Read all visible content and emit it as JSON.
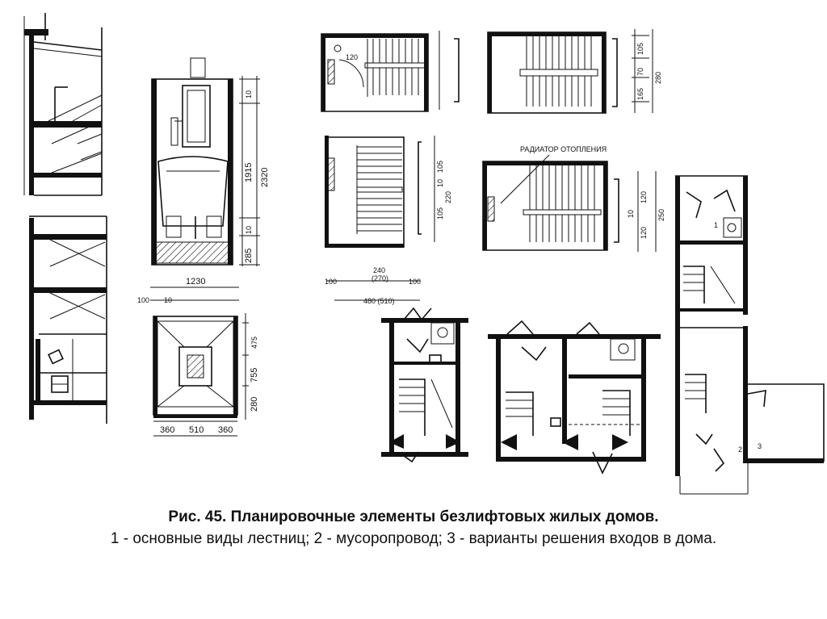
{
  "caption": {
    "title": "Рис. 45. Планировочные элементы безлифтовых жилых домов.",
    "legend": "1 - основные виды лестниц; 2 - мусоропровод; 3 - варианты решения входов в дома."
  },
  "chute": {
    "dims": [
      "10",
      "1915",
      "2320",
      "10",
      "285",
      "1230",
      "100",
      "10",
      "475",
      "755",
      "280",
      "360",
      "510",
      "360"
    ]
  },
  "stairs": {
    "radiator_label": "РАДИАТОР ОТОПЛЕНИЯ",
    "dims_a": [
      "120"
    ],
    "dims_b": [
      "165",
      "70",
      "105",
      "280"
    ],
    "dims_c": [
      "10",
      "105",
      "105",
      "220"
    ],
    "dims_d": [
      "10",
      "120",
      "120",
      "250"
    ],
    "dims_e": [
      "240",
      "(270)",
      "480 (510)",
      "100",
      "100"
    ]
  },
  "entrances": {
    "labels": [
      "1",
      "2",
      "3"
    ]
  }
}
